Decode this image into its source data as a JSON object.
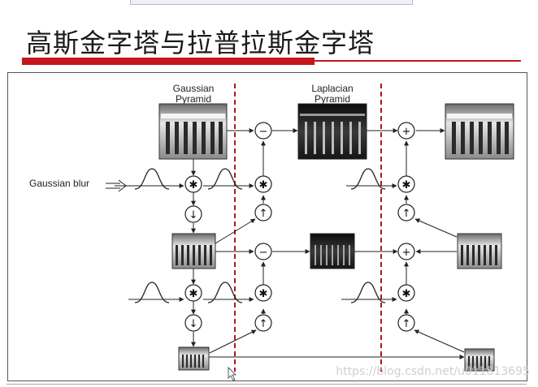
{
  "slide": {
    "title": "高斯金字塔与拉普拉斯金字塔"
  },
  "diagram": {
    "gaussian_label_line1": "Gaussian",
    "gaussian_label_line2": "Pyramid",
    "laplacian_label_line1": "Laplacian",
    "laplacian_label_line2": "Pyramid",
    "blur_label": "Gaussian blur",
    "op_minus": "−",
    "op_plus": "+",
    "op_conv": "✱",
    "op_down": "↓",
    "op_up": "↑"
  },
  "watermark": "https://blog.csdn.net/u011813695",
  "colors": {
    "accent_red": "#c4161c",
    "divider_red": "#b01818"
  }
}
